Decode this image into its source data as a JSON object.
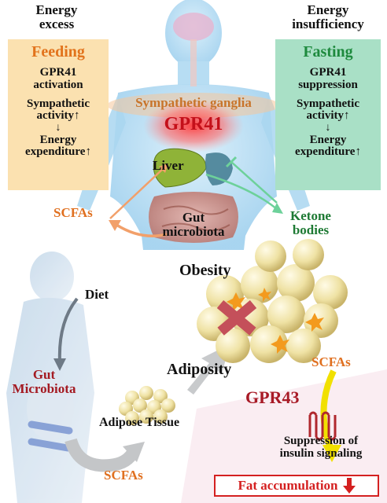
{
  "top": {
    "left_heading": [
      "Energy",
      "excess"
    ],
    "right_heading": [
      "Energy",
      "insufficiency"
    ],
    "feeding": {
      "title": "Feeding",
      "l1": "GPR41",
      "l2": "activation",
      "l3": "Sympathetic",
      "l4": "activity↑",
      "arrow": "↓",
      "l5": "Energy",
      "l6": "expenditure↑"
    },
    "fasting": {
      "title": "Fasting",
      "l1": "GPR41",
      "l2": "suppression",
      "l3": "Sympathetic",
      "l4": "activity↑",
      "arrow": "↓",
      "l5": "Energy",
      "l6": "expenditure↑"
    },
    "sympathetic_ganglia": "Sympathetic ganglia",
    "gpr41": "GPR41",
    "liver": "Liver",
    "gut_microbiota": [
      "Gut",
      "microbiota"
    ],
    "scfas": "SCFAs",
    "ketone_bodies": [
      "Ketone",
      "bodies"
    ]
  },
  "bottom": {
    "diet": "Diet",
    "gut_microbiota": [
      "Gut",
      "Microbiota"
    ],
    "obesity": "Obesity",
    "adiposity": "Adiposity",
    "adipose_tissue": "Adipose Tissue",
    "scfas_bottom": "SCFAs",
    "scfas_right": "SCFAs",
    "gpr43": "GPR43",
    "suppression": [
      "Suppression of",
      "insulin signaling"
    ],
    "fat_accumulation": "Fat accumulation",
    "down_arrow": "↓"
  },
  "colors": {
    "feeding_box": "#fbe1b0",
    "feeding_title": "#e2731c",
    "fasting_box": "#a9e0c6",
    "fasting_title": "#1e8a3e",
    "ganglia_text": "#c8742a",
    "gpr41_text": "#c4101a",
    "scfas_text": "#e07020",
    "ketone_text": "#1e7a34",
    "gut_bottom_text": "#a41a22",
    "gpr43_text": "#a81a26",
    "fat_box_border": "#d42020"
  }
}
